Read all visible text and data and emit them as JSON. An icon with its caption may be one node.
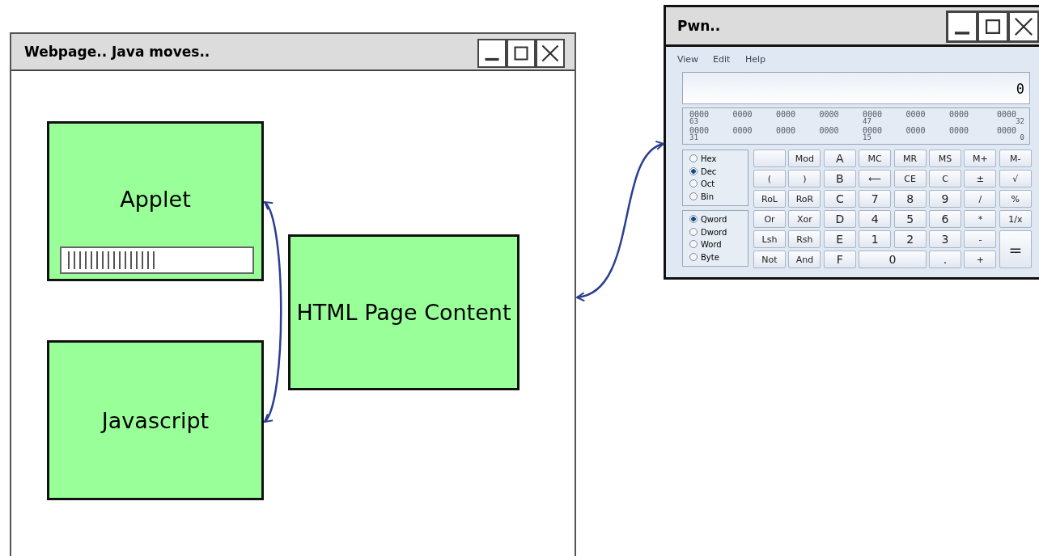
{
  "diagram": {
    "nodes": [
      {
        "text": [
          "Webpage.. Java moves.."
        ]
      },
      {
        "text": [
          "Applet"
        ],
        "in": 0
      },
      {
        "text": [
          "HTML Page Content"
        ],
        "in": 0
      },
      {
        "text": [
          "Javascript"
        ],
        "in": 0
      },
      {
        "text": [
          "Pwn.."
        ]
      }
    ],
    "edges": [
      {
        "from": 1,
        "to": 3,
        "arrow": "both"
      },
      {
        "from": 0,
        "to": 4,
        "arrow": "both"
      }
    ],
    "labels": [
      "View",
      "Edit",
      "Help",
      "0",
      "0000",
      "0000",
      "0000",
      "0000",
      "0000",
      "0000",
      "0000",
      "0000",
      "63",
      "47",
      "32",
      "0000",
      "0000",
      "0000",
      "0000",
      "0000",
      "0000",
      "0000",
      "0000",
      "31",
      "15",
      "0",
      "Hex",
      "Dec",
      "Oct",
      "Bin",
      "Qword",
      "Dword",
      "Word",
      "Byte",
      "Mod",
      "A",
      "MC",
      "MR",
      "MS",
      "M+",
      "M-",
      "(",
      ")",
      "B",
      "⟵",
      "CE",
      "C",
      "±",
      "√",
      "RoL",
      "RoR",
      "C",
      "7",
      "8",
      "9",
      "/",
      "%",
      "Or",
      "Xor",
      "D",
      "4",
      "5",
      "6",
      "*",
      "1/x",
      "Lsh",
      "Rsh",
      "E",
      "1",
      "2",
      "3",
      "-",
      "=",
      "Not",
      "And",
      "F",
      "0",
      ".",
      "+"
    ]
  }
}
